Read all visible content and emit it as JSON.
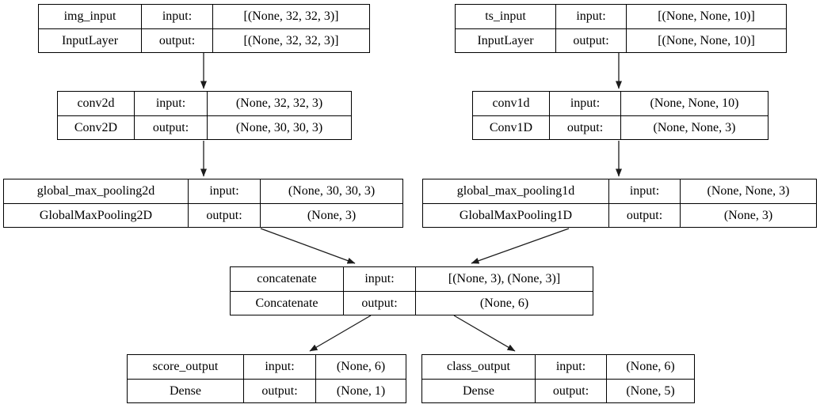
{
  "labels": {
    "input": "input:",
    "output": "output:"
  },
  "colors": {
    "background": "#ffffff",
    "node_border": "#000000",
    "text": "#000000",
    "edge": "#1c1c1c"
  },
  "nodes": [
    {
      "id": "img_input",
      "name": "img_input",
      "type": "InputLayer",
      "input_shape": "[(None, 32, 32, 3)]",
      "output_shape": "[(None, 32, 32, 3)]"
    },
    {
      "id": "ts_input",
      "name": "ts_input",
      "type": "InputLayer",
      "input_shape": "[(None, None, 10)]",
      "output_shape": "[(None, None, 10)]"
    },
    {
      "id": "conv2d",
      "name": "conv2d",
      "type": "Conv2D",
      "input_shape": "(None, 32, 32, 3)",
      "output_shape": "(None, 30, 30, 3)"
    },
    {
      "id": "conv1d",
      "name": "conv1d",
      "type": "Conv1D",
      "input_shape": "(None, None, 10)",
      "output_shape": "(None, None, 3)"
    },
    {
      "id": "global_max_pooling2d",
      "name": "global_max_pooling2d",
      "type": "GlobalMaxPooling2D",
      "input_shape": "(None, 30, 30, 3)",
      "output_shape": "(None, 3)"
    },
    {
      "id": "global_max_pooling1d",
      "name": "global_max_pooling1d",
      "type": "GlobalMaxPooling1D",
      "input_shape": "(None, None, 3)",
      "output_shape": "(None, 3)"
    },
    {
      "id": "concatenate",
      "name": "concatenate",
      "type": "Concatenate",
      "input_shape": "[(None, 3), (None, 3)]",
      "output_shape": "(None, 6)"
    },
    {
      "id": "score_output",
      "name": "score_output",
      "type": "Dense",
      "input_shape": "(None, 6)",
      "output_shape": "(None, 1)"
    },
    {
      "id": "class_output",
      "name": "class_output",
      "type": "Dense",
      "input_shape": "(None, 6)",
      "output_shape": "(None, 5)"
    }
  ],
  "edges": [
    {
      "from": "img_input",
      "to": "conv2d"
    },
    {
      "from": "ts_input",
      "to": "conv1d"
    },
    {
      "from": "conv2d",
      "to": "global_max_pooling2d"
    },
    {
      "from": "conv1d",
      "to": "global_max_pooling1d"
    },
    {
      "from": "global_max_pooling2d",
      "to": "concatenate"
    },
    {
      "from": "global_max_pooling1d",
      "to": "concatenate"
    },
    {
      "from": "concatenate",
      "to": "score_output"
    },
    {
      "from": "concatenate",
      "to": "class_output"
    }
  ]
}
